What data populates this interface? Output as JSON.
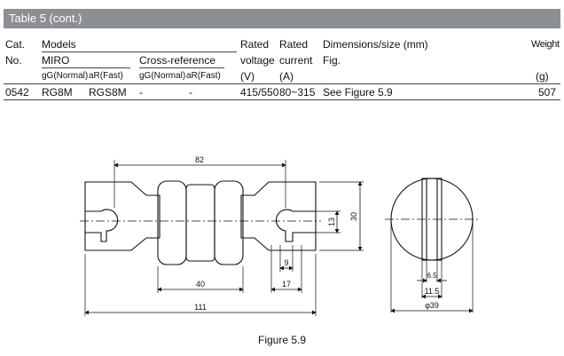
{
  "banner": {
    "title": "Table 5 (cont.)"
  },
  "table": {
    "headers": {
      "cat": "Cat.",
      "no": "No.",
      "models": "Models",
      "miro": "MIRO",
      "cross_reference": "Cross-reference",
      "gg_normal_1": "gG(Normal)",
      "ar_fast_1": "aR(Fast)",
      "gg_normal_2": "gG(Normal)",
      "ar_fast_2": "aR(Fast)",
      "rated_voltage_1": "Rated",
      "rated_voltage_2": "voltage",
      "rated_voltage_unit": "(V)",
      "rated_current_1": "Rated",
      "rated_current_2": "current",
      "rated_current_unit": "(A)",
      "dimensions": "Dimensions/size (mm)",
      "fig": "Fig.",
      "weight": "Weight",
      "weight_unit": "(g)"
    },
    "rows": [
      {
        "cat_no": "0542",
        "gg": "RG8M",
        "ar": "RGS8M",
        "cross_gg": "-",
        "cross_ar": "-",
        "voltage": "415/550",
        "current": "80~315",
        "dimensions": "See Figure 5.9",
        "weight": "507"
      }
    ]
  },
  "drawing": {
    "dim_82": "82",
    "dim_40": "40",
    "dim_17": "17",
    "dim_9": "9",
    "dim_111": "111",
    "dim_13": "13",
    "dim_30": "30",
    "dim_6_5": "6.5",
    "dim_11_5": "11.5",
    "dim_phi39": "φ39"
  },
  "caption": "Figure 5.9"
}
